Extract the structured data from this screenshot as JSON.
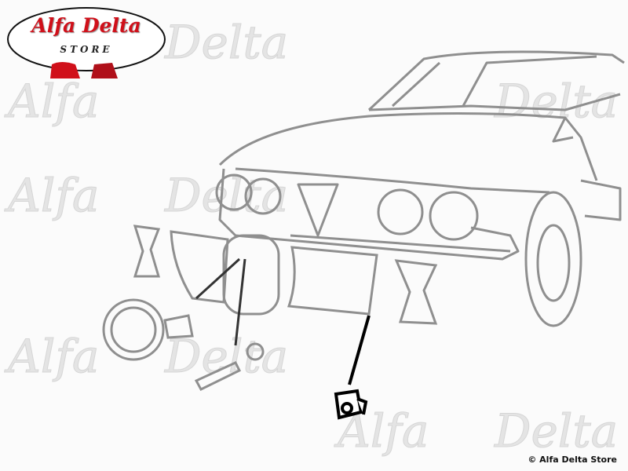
{
  "logo": {
    "brand": "Alfa Delta",
    "subtitle": "STORE"
  },
  "watermark": [
    "Alfa",
    "Delta"
  ],
  "copyright": "© Alfa Delta Store",
  "colors": {
    "brand_red": "#d0101a",
    "line_gray": "#8f8f8f",
    "highlight": "#000000"
  }
}
